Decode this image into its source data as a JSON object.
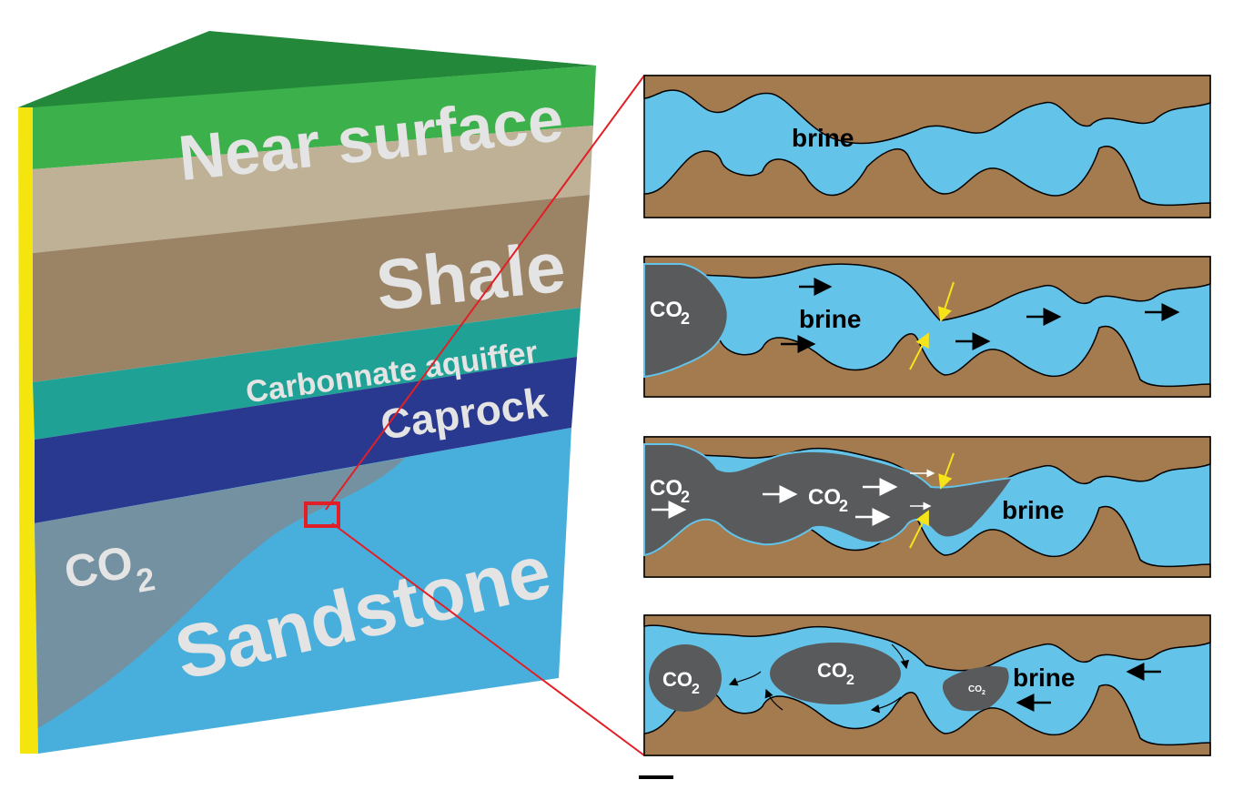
{
  "block": {
    "layers": {
      "near_surface": "Near surface",
      "shale": "Shale",
      "carbonate": "Carbonnate aquiffer",
      "caprock": "Caprock",
      "sandstone": "Sandstone"
    },
    "co2": {
      "main": "CO",
      "sub": "2"
    }
  },
  "panels": {
    "p1": {
      "brine": "brine"
    },
    "p2": {
      "brine": "brine",
      "co2_main": "CO",
      "co2_sub": "2"
    },
    "p3": {
      "brine": "brine",
      "co2_a_main": "CO",
      "co2_a_sub": "2",
      "co2_b_main": "CO",
      "co2_b_sub": "2"
    },
    "p4": {
      "brine": "brine",
      "co2_a_main": "CO",
      "co2_a_sub": "2",
      "co2_b_main": "CO",
      "co2_b_sub": "2",
      "co2_c_main": "CO",
      "co2_c_sub": "2"
    }
  },
  "colors": {
    "green": "#3cb04a",
    "tan": "#bfb196",
    "shale": "#9b8466",
    "teal": "#1fa295",
    "caprock": "#293990",
    "sandstone": "#48afdc",
    "co2_plume": "#7c8c96",
    "rock": "#a47a4f",
    "brine": "#63c3e9",
    "co2_dark": "#595a5c",
    "zoom": "#e11f26",
    "arrow_yellow": "#f7e31a"
  }
}
